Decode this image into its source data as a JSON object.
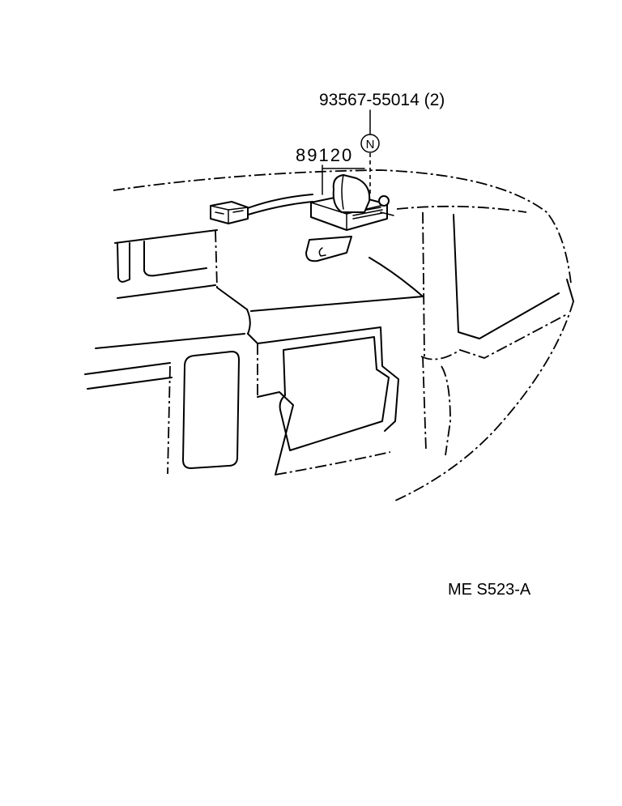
{
  "labels": {
    "part_clip": "93567-55014 (2)",
    "clip_symbol": "N",
    "part_switch": "89120",
    "diagram_code": "ME S523-A"
  }
}
